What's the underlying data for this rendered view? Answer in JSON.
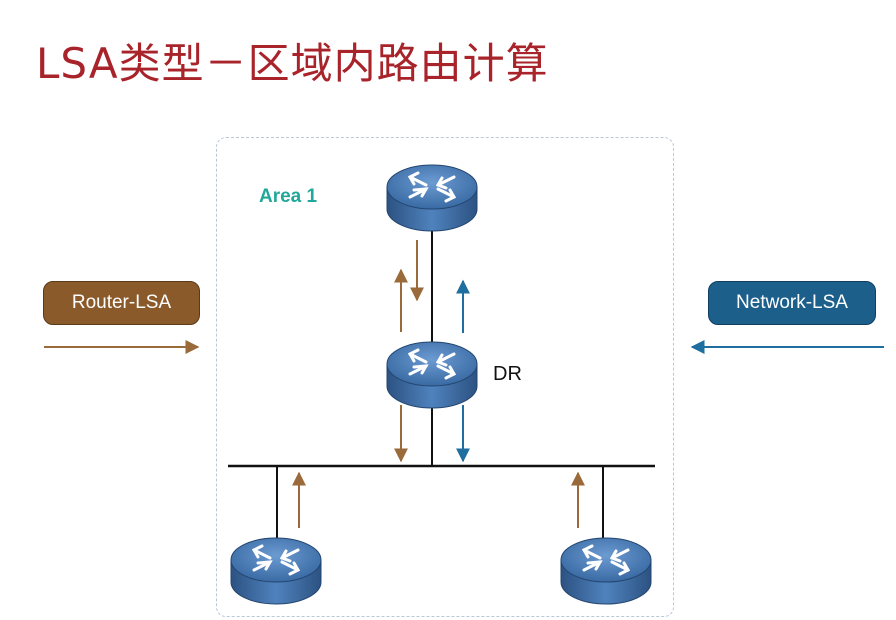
{
  "title": "LSA类型－区域内路由计算",
  "area": {
    "label": "Area 1"
  },
  "dr": {
    "label": "DR"
  },
  "legend": {
    "router_lsa": {
      "label": "Router-LSA",
      "color": "#8a5a2b"
    },
    "network_lsa": {
      "label": "Network-LSA",
      "color": "#1c5f8a"
    }
  },
  "colors": {
    "title": "#a8232a",
    "area_label": "#21a89a",
    "router_lsa_arrow": "#9a6a3a",
    "network_lsa_arrow": "#1f6ea0",
    "router_icon": "#3e6fa6"
  },
  "routers": [
    {
      "id": "router-top",
      "role": "router",
      "icon": "router-icon"
    },
    {
      "id": "router-dr",
      "role": "DR",
      "icon": "router-icon"
    },
    {
      "id": "router-bottom-left",
      "role": "router",
      "icon": "router-icon"
    },
    {
      "id": "router-bottom-right",
      "role": "router",
      "icon": "router-icon"
    }
  ]
}
